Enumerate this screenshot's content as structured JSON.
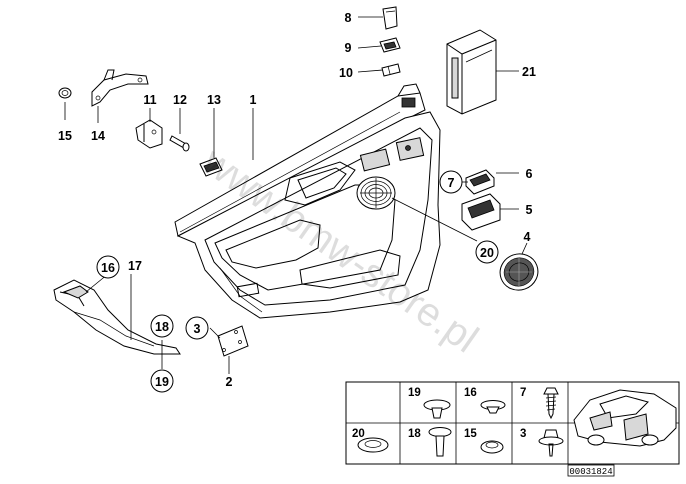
{
  "callouts": {
    "p1": "1",
    "p2": "2",
    "p3": "3",
    "p4": "4",
    "p5": "5",
    "p6": "6",
    "p7": "7",
    "p8": "8",
    "p9": "9",
    "p10": "10",
    "p11": "11",
    "p12": "12",
    "p13": "13",
    "p14": "14",
    "p15": "15",
    "p16": "16",
    "p17": "17",
    "p18": "18",
    "p19": "19",
    "p20": "20",
    "p21": "21"
  },
  "watermark": "www.bmw-store.pl",
  "fastener_table": {
    "row1": [
      "19",
      "16",
      "7"
    ],
    "row2": [
      "20",
      "18",
      "15",
      "3"
    ]
  },
  "diagram_code": "00031824"
}
